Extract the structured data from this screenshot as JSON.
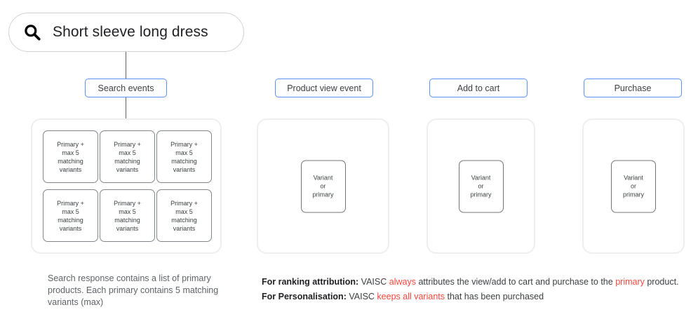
{
  "search": {
    "icon": "search-icon",
    "query": "Short sleeve long dress"
  },
  "colors": {
    "chip_border": "#5b92f0",
    "panel_border": "#eceef0",
    "card_border": "#80868b",
    "highlight_red": "#f4483c",
    "text": "#3c4043",
    "connector": "#5f6368"
  },
  "columns": [
    {
      "chip_label": "Search events",
      "cards": [
        "Primary + max 5 matching variants",
        "Primary + max 5 matching variants",
        "Primary + max 5 matching variants",
        "Primary + max 5 matching variants",
        "Primary + max 5 matching variants",
        "Primary + max 5 matching variants"
      ]
    },
    {
      "chip_label": "Product view event",
      "card": "Variant or primary"
    },
    {
      "chip_label": "Add to cart",
      "card": "Variant or primary"
    },
    {
      "chip_label": "Purchase",
      "card": "Variant or primary"
    }
  ],
  "card_lines": {
    "primary": [
      "Primary +",
      "max 5",
      "matching",
      "variants"
    ],
    "variant": [
      "Variant",
      "or",
      "primary"
    ]
  },
  "caption_left": "Search response contains a list of primary products. Each primary contains 5 matching variants (max)",
  "notes": {
    "line1": {
      "label": "For ranking attribution:",
      "part1": "VAISC",
      "highlight1": "always",
      "part2": "attributes the view/add to cart and purchase to the",
      "highlight2": "primary",
      "part3": "product."
    },
    "line2": {
      "label": "For Personalisation:",
      "part1": "VAISC",
      "highlight1": "keeps all variants",
      "part2": "that has been purchased"
    }
  }
}
